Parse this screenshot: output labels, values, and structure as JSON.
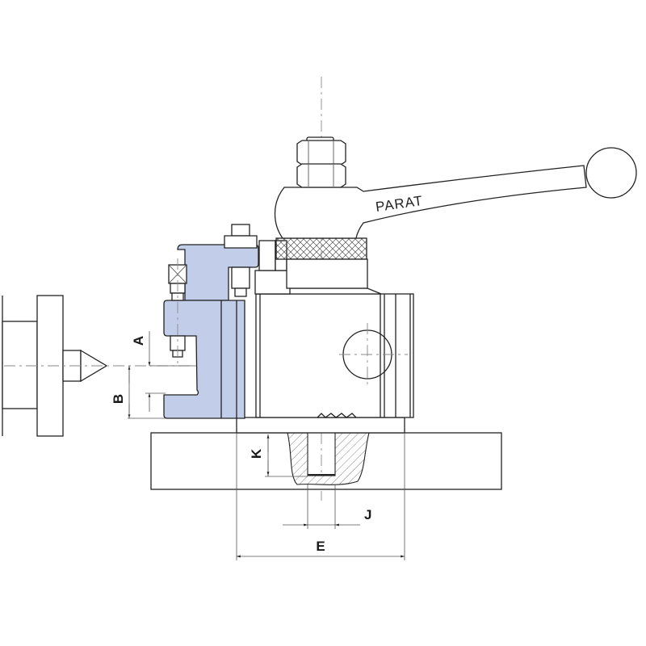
{
  "drawing": {
    "title": "Quick-change tool post with tool holder",
    "handle_brand": "PARAT",
    "colors": {
      "line": "#222222",
      "holder_fill": "#c2cdea",
      "centerline": "#8a8a8a",
      "background": "#ffffff"
    }
  },
  "dimensions": {
    "A": "A",
    "B": "B",
    "K": "K",
    "J": "J",
    "E": "E"
  },
  "components": [
    "lathe-chuck-and-center",
    "tool-holder",
    "height-adjust-screw",
    "tool-post-body",
    "clamping-lever",
    "lever-ball-knob",
    "locking-nuts",
    "knurled-ring",
    "compound-slide",
    "t-slot-section"
  ]
}
